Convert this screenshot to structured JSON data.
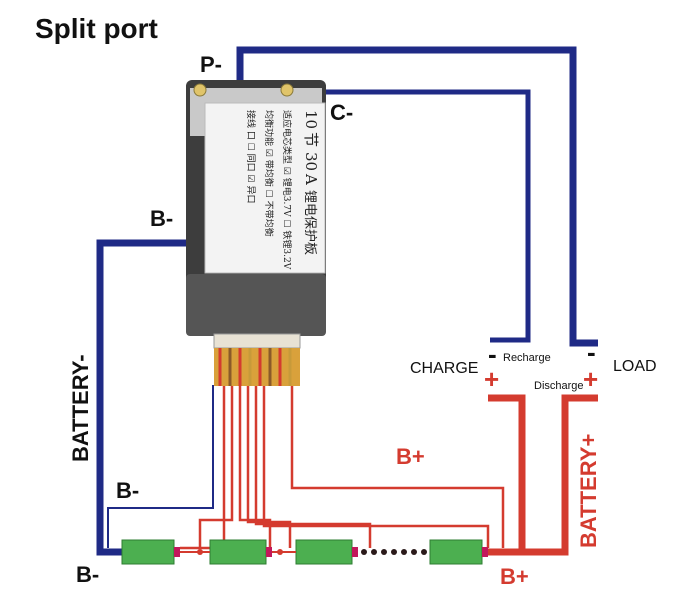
{
  "title": "Split port",
  "labels": {
    "p_minus": "P-",
    "c_minus": "C-",
    "b_minus_top": "B-",
    "b_minus_mid": "B-",
    "b_minus_bottom": "B-",
    "battery_minus": "BATTERY-",
    "battery_plus": "BATTERY+",
    "b_plus_center": "B+",
    "b_plus_bottom": "B+",
    "charge": "CHARGE",
    "load": "LOAD",
    "recharge": "Recharge",
    "discharge": "Discharge",
    "minus_sign": "-",
    "plus_sign": "+"
  },
  "board": {
    "heading_num": "10",
    "heading_unit": "节",
    "heading_amp": "30",
    "heading_a": "A",
    "heading_desc": "锂电保护板",
    "row1": "适应电芯类型 ☑ 锂电3.7V ☐ 铁锂3.2V",
    "row2": "均衡功能 ☑ 带均衡 ☐ 不带均衡",
    "row3": "接线 口 ☐ 同口 ☑ 异口"
  },
  "colors": {
    "negative_wire": "#1f2a86",
    "positive_wire": "#d43b2f",
    "cell_body": "#4caf50",
    "cell_terminal": "#c2185b"
  }
}
